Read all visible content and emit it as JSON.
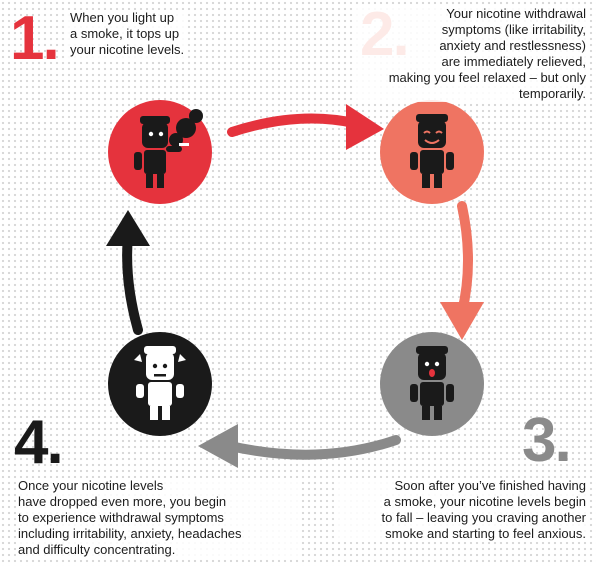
{
  "steps": [
    {
      "number": "1.",
      "text_lines": [
        "When you light up",
        "a smoke, it tops up",
        "your nicotine levels."
      ],
      "color": "#e5333d",
      "figure": "smoking-man-icon"
    },
    {
      "number": "2.",
      "text_lines": [
        "Your nicotine withdrawal",
        "symptoms (like irritability,",
        "anxiety and restlessness)",
        "are immediately relieved,",
        "making you feel relaxed – but only",
        "temporarily."
      ],
      "color": "#ef7462",
      "figure": "relaxed-man-icon"
    },
    {
      "number": "3.",
      "text_lines": [
        "Soon after you’ve finished having",
        "a smoke, your nicotine levels begin",
        "to fall – leaving you craving another",
        "smoke and starting to feel anxious."
      ],
      "color": "#8a8a8a",
      "figure": "anxious-man-icon"
    },
    {
      "number": "4.",
      "text_lines": [
        "Once your nicotine levels",
        "have dropped even more, you begin",
        "to experience withdrawal symptoms",
        "including irritability, anxiety, headaches",
        "and difficulty concentrating."
      ],
      "color": "#1a1a1a",
      "figure": "irritated-man-icon"
    }
  ],
  "colors": {
    "arrow_1_to_2": "#e5333d",
    "arrow_2_to_3": "#ef7462",
    "arrow_3_to_4": "#8a8a8a",
    "arrow_4_to_1": "#1a1a1a"
  }
}
